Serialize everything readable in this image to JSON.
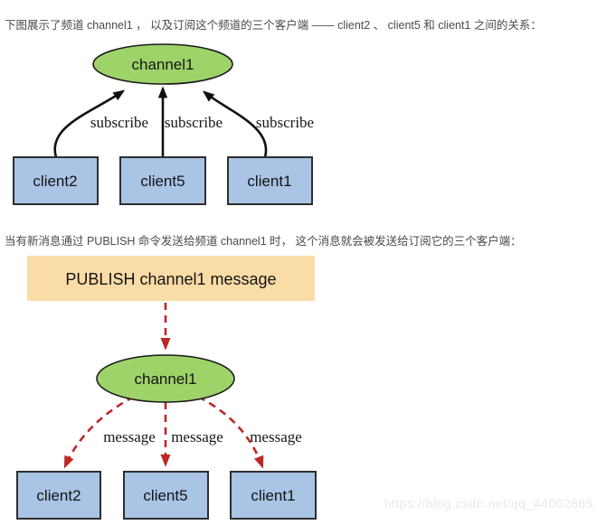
{
  "colors": {
    "channel-fill": "#9ed36a",
    "channel-stroke": "#1a1a1a",
    "client-fill": "#a9c4e5",
    "client-stroke": "#2e2e2e",
    "publish-fill": "#f9dca6",
    "arrow-black": "#111111",
    "arrow-red": "#bd2727",
    "body-text": "#4b4b4b",
    "watermark": "#e8e8e8"
  },
  "intro_text": "下图展示了频道 channel1 ， 以及订阅这个频道的三个客户端 —— client2 、 client5 和 client1 之间的关系：",
  "publish_text": "当有新消息通过 PUBLISH 命令发送给频道 channel1 时， 这个消息就会被发送给订阅它的三个客户端：",
  "subscribe_diagram": {
    "channel": "channel1",
    "edge_label": "subscribe",
    "clients": [
      "client2",
      "client5",
      "client1"
    ]
  },
  "publish_diagram": {
    "publish_command": "PUBLISH channel1 message",
    "channel": "channel1",
    "edge_label": "message",
    "clients": [
      "client2",
      "client5",
      "client1"
    ]
  },
  "watermark": "https://blog.csdn.net/qq_44002865"
}
